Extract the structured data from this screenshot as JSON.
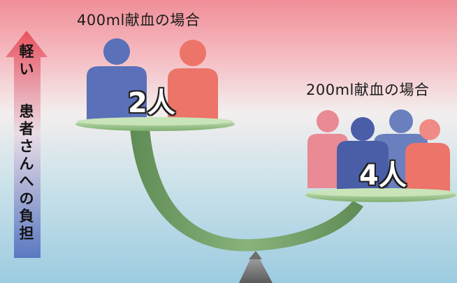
{
  "left_scale": {
    "label": "400ml献血の場合",
    "count": "2人"
  },
  "right_scale": {
    "label": "200ml献血の場合",
    "count": "4人"
  },
  "burden_arrow": {
    "top_text": "軽い",
    "bottom_text": "患者さんへの負担"
  },
  "colors": {
    "blue_figure": "#5a70b8",
    "red_figure": "#ec7468",
    "pink_figure": "#e98a94",
    "dark_blue_figure": "#4a5ea8",
    "balance_arm": "#7aa46c",
    "platform": "#a8d09a"
  }
}
